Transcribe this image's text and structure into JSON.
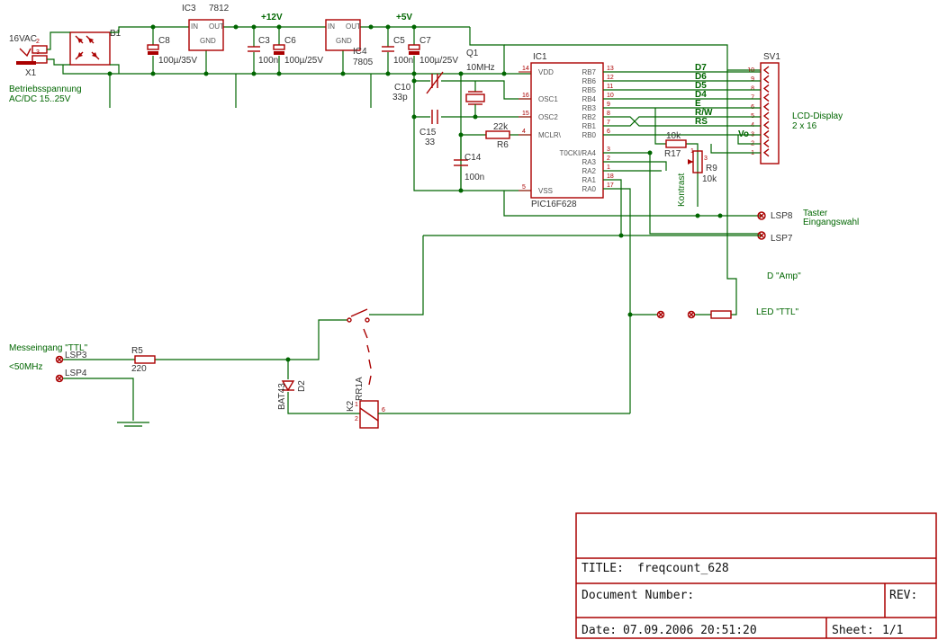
{
  "supply": {
    "x1_ref": "X1",
    "x1_label": "16VAC",
    "x1_pin2": "2",
    "x1_pin3": "3",
    "supply_label_1": "Betriebsspannung",
    "supply_label_2": "AC/DC 15..25V",
    "bridge": "B1",
    "c8_ref": "C8",
    "c8_val": "100µ/35V",
    "ic3_ref": "IC3",
    "ic3_val": "7812",
    "ic4_ref": "IC4",
    "ic4_val": "7805",
    "reg_in": "IN",
    "reg_out": "OUT",
    "reg_gnd": "GND",
    "rail_12v": "+12V",
    "rail_5v": "+5V",
    "c3_ref": "C3",
    "c3_val": "100n",
    "c6_ref": "C6",
    "c6_val": "100µ/25V",
    "c5_ref": "C5",
    "c5_val": "100n",
    "c7_ref": "C7",
    "c7_val": "100µ/25V"
  },
  "osc": {
    "q1_ref": "Q1",
    "q1_val": "10MHz",
    "c10_ref": "C10",
    "c10_val": "33p",
    "c15_ref": "C15",
    "c15_val": "33",
    "r6_ref": "R6",
    "r6_val": "22k",
    "c14_ref": "C14",
    "c14_val": "100n"
  },
  "mcu": {
    "ref": "IC1",
    "part": "PIC16F628",
    "left_pins": [
      {
        "name": "VDD",
        "num": "14"
      },
      {
        "name": "OSC1",
        "num": "16"
      },
      {
        "name": "OSC2",
        "num": "15"
      },
      {
        "name": "MCLR\\",
        "num": "4"
      },
      {
        "name": "VSS",
        "num": "5"
      }
    ],
    "right_pins": [
      {
        "name": "RB7",
        "num": "13"
      },
      {
        "name": "RB6",
        "num": "12"
      },
      {
        "name": "RB5",
        "num": "11"
      },
      {
        "name": "RB4",
        "num": "10"
      },
      {
        "name": "RB3",
        "num": "9"
      },
      {
        "name": "RB2",
        "num": "8"
      },
      {
        "name": "RB1",
        "num": "7"
      },
      {
        "name": "RB0",
        "num": "6"
      },
      {
        "name": "T0CKI/RA4",
        "num": "3"
      },
      {
        "name": "RA3",
        "num": "2"
      },
      {
        "name": "RA2",
        "num": "1"
      },
      {
        "name": "RA1",
        "num": "18"
      },
      {
        "name": "RA0",
        "num": "17"
      }
    ]
  },
  "lcd": {
    "ref": "SV1",
    "title_1": "LCD-Display",
    "title_2": "2 x 16",
    "nets": [
      "D7",
      "D6",
      "D5",
      "D4",
      "E",
      "R/W",
      "RS"
    ],
    "vo": "Vo",
    "pins": [
      "10",
      "9",
      "8",
      "7",
      "6",
      "5",
      "4",
      "3",
      "2",
      "1"
    ],
    "r17_ref": "R17",
    "r17_val": "10k",
    "r9_ref": "R9",
    "r9_val": "10k",
    "r9_pin1": "1",
    "r9_pin3": "3",
    "contrast": "Kontrast"
  },
  "io": {
    "lsp8": "LSP8",
    "lsp7": "LSP7",
    "taster_1": "Taster",
    "taster_2": "Eingangswahl",
    "led_amp": "D \"Amp\"",
    "led_ttl": "LED \"TTL\"",
    "meas_1": "Messeingang \"TTL\"",
    "meas_2": "<50MHz",
    "lsp3": "LSP3",
    "lsp4": "LSP4",
    "r5_ref": "R5",
    "r5_val": "220",
    "d2_ref": "D2",
    "d2_val": "BAT43",
    "k2_ref": "K2",
    "k2_val": "RR1A",
    "k2_pin1": "1",
    "k2_pin2": "2",
    "k2_pin6": "6"
  },
  "titleblock": {
    "title_label": "TITLE:",
    "title_value": "freqcount_628",
    "docnum_label": "Document Number:",
    "rev_label": "REV:",
    "date_label": "Date:",
    "date_value": "07.09.2006 20:51:20",
    "sheet_label": "Sheet:",
    "sheet_value": "1/1"
  }
}
